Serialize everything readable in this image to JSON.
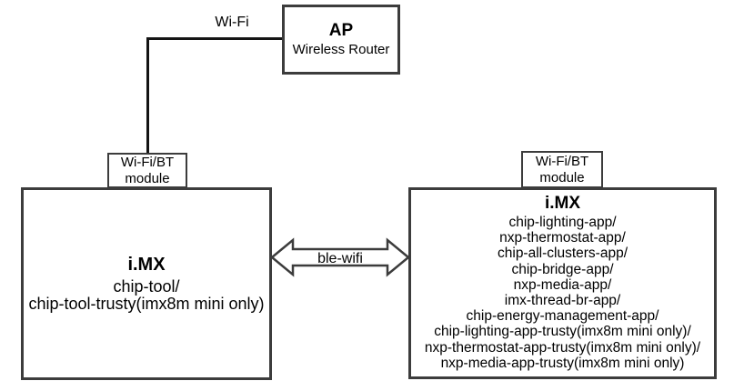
{
  "colors": {
    "box_border": "#3c3c3c",
    "connector_line": "#141414",
    "arrow_fill": "#ffffff",
    "text": "#000000",
    "background": "#ffffff"
  },
  "ap_box": {
    "title": "AP",
    "subtitle": "Wireless Router"
  },
  "connections": {
    "wifi_label": "Wi-Fi",
    "ble_wifi_label": "ble-wifi"
  },
  "left_module": {
    "line1": "Wi-Fi/BT",
    "line2": "module"
  },
  "right_module": {
    "line1": "Wi-Fi/BT",
    "line2": "module"
  },
  "left_imx": {
    "title": "i.MX",
    "lines": [
      "chip-tool/",
      "chip-tool-trusty(imx8m mini only)"
    ]
  },
  "right_imx": {
    "title": "i.MX",
    "lines": [
      "chip-lighting-app/",
      "nxp-thermostat-app/",
      "chip-all-clusters-app/",
      "chip-bridge-app/",
      "nxp-media-app/",
      "imx-thread-br-app/",
      "chip-energy-management-app/",
      "chip-lighting-app-trusty(imx8m mini only)/",
      "nxp-thermostat-app-trusty(imx8m mini only)/",
      "nxp-media-app-trusty(imx8m mini only)"
    ]
  }
}
